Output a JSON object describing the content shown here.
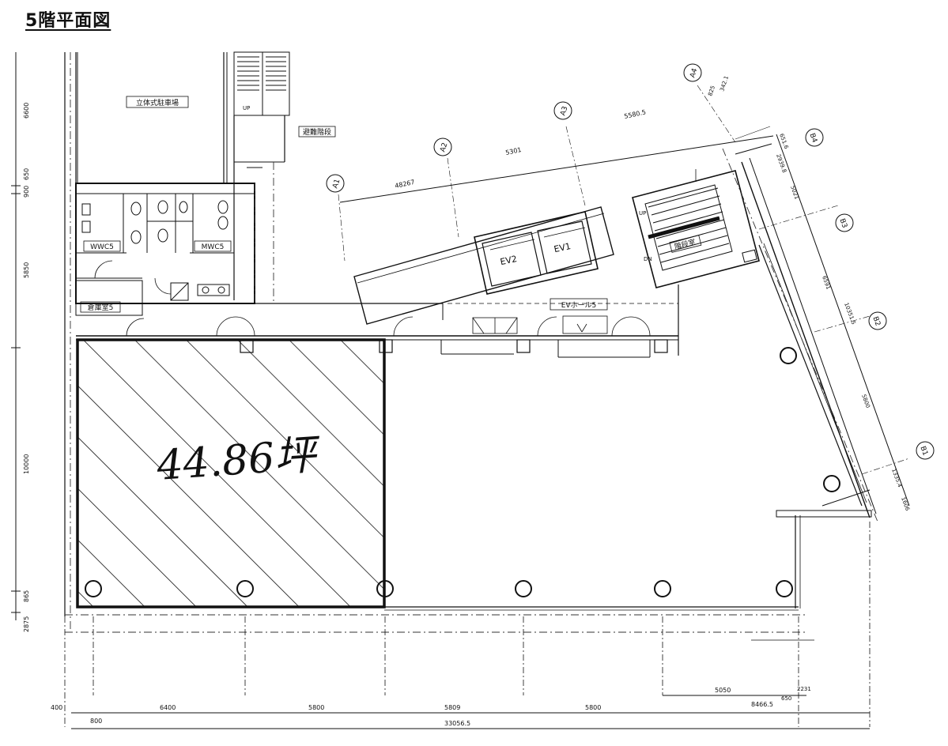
{
  "title": "5階平面図",
  "area_label": "44.86坪",
  "rooms": {
    "parking": "立体式駐車場",
    "stairs_emergency": "避難階段",
    "mwc": "MWC5",
    "wwc": "WWC5",
    "storage": "倉庫室5",
    "ev1": "EV1",
    "ev2": "EV2",
    "ev_hall": "EVホール5",
    "stair_main": "階段室",
    "up1": "UP",
    "up2": "UP",
    "dn": "DN"
  },
  "grid": {
    "a1": "A1",
    "a2": "A2",
    "a3": "A3",
    "a4": "A4",
    "b1": "B1",
    "b2": "B2",
    "b3": "B3",
    "b4": "B4"
  },
  "dims": {
    "left_6600": "6600",
    "left_650": "650",
    "left_900": "900",
    "left_5850": "5850",
    "left_10000": "10000",
    "left_865": "865",
    "left_2875": "2875",
    "b_400": "400",
    "b_800": "800",
    "b_6400": "6400",
    "b_5800a": "5800",
    "b_5809": "5809",
    "b_5800b": "5800",
    "b_5050": "5050",
    "b_8466": "8466.5",
    "b_650": "650",
    "b_2231": "2231",
    "b_total": "33056.5",
    "t_48267": "48267",
    "t_5301": "5301",
    "t_5580": "5580.5",
    "t_825": "825",
    "t_3421": "342.1",
    "r_6516": "651.6",
    "r_2938": "2939.8",
    "r_5021": "5021",
    "r_6591": "6591",
    "r_10351": "10351.5",
    "r_5800": "5800",
    "r_13354": "1335.4",
    "r_1606": "1606"
  }
}
